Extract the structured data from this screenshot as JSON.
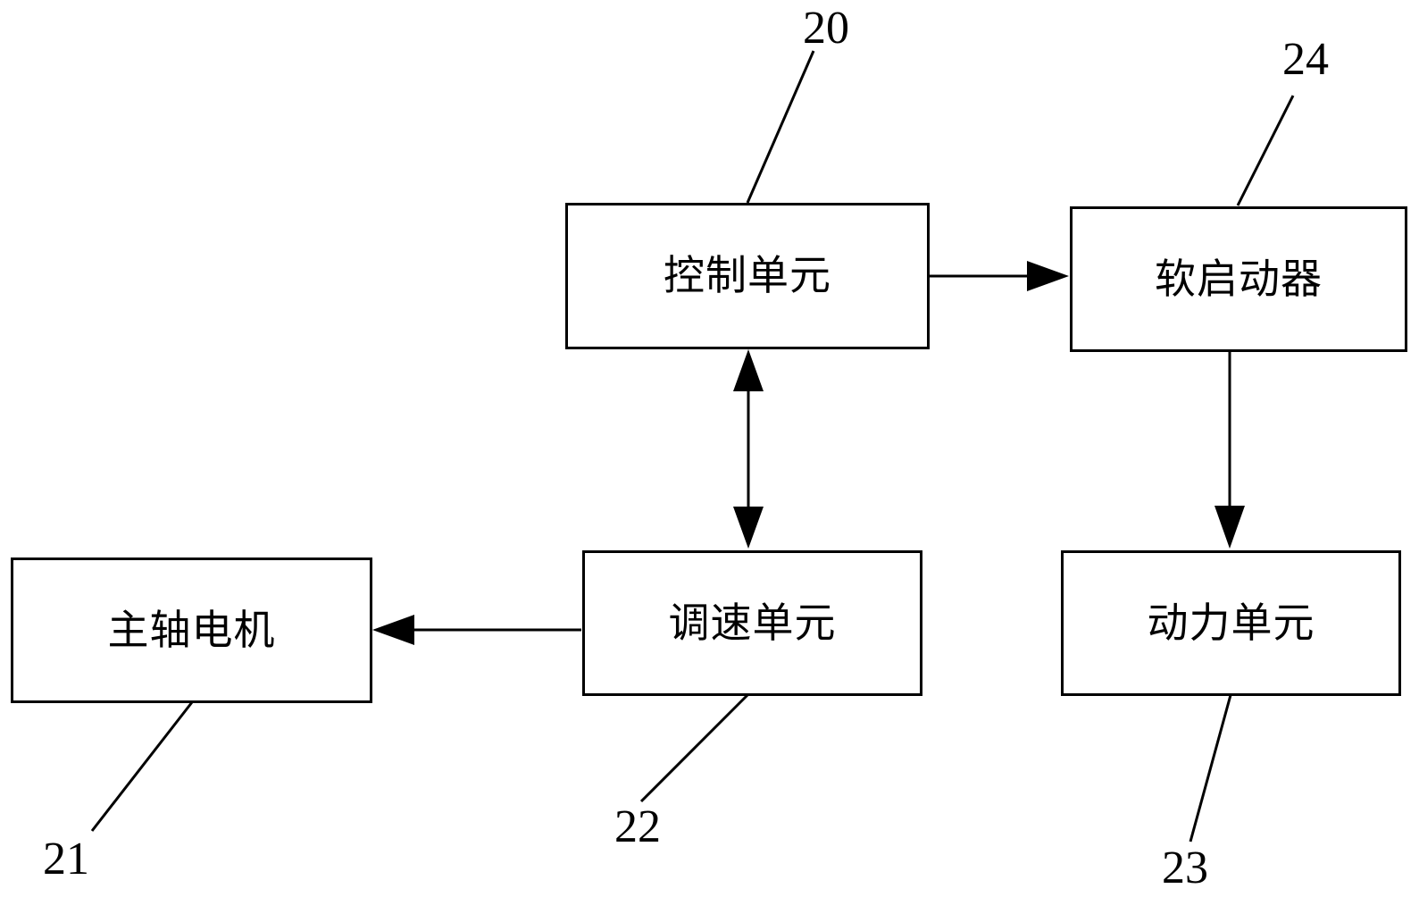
{
  "figure": {
    "background_color": "#ffffff",
    "line_color": "#000000"
  },
  "nodes": {
    "control_unit": {
      "label": "控制单元",
      "ref": "20"
    },
    "soft_starter": {
      "label": "软启动器",
      "ref": "24"
    },
    "speed_unit": {
      "label": "调速单元",
      "ref": "22"
    },
    "power_unit": {
      "label": "动力单元",
      "ref": "23"
    },
    "spindle_motor": {
      "label": "主轴电机",
      "ref": "21"
    }
  },
  "edges": [
    {
      "from": "control_unit",
      "to": "soft_starter",
      "style": "single-arrow"
    },
    {
      "from": "control_unit",
      "to": "speed_unit",
      "style": "double-arrow"
    },
    {
      "from": "soft_starter",
      "to": "power_unit",
      "style": "single-arrow"
    },
    {
      "from": "speed_unit",
      "to": "spindle_motor",
      "style": "single-arrow"
    }
  ]
}
